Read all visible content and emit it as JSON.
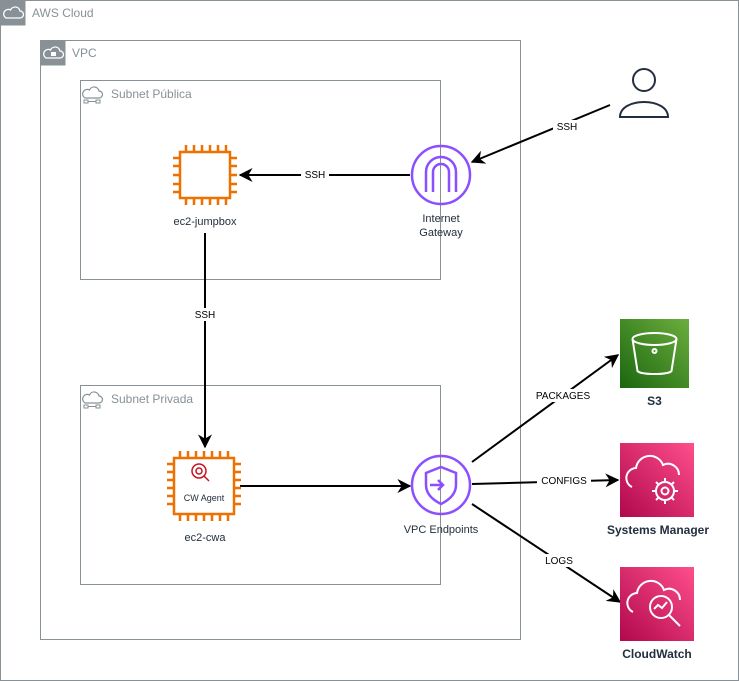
{
  "groups": {
    "aws_cloud": "AWS Cloud",
    "vpc": "VPC",
    "public_subnet": "Subnet Pública",
    "private_subnet": "Subnet Privada"
  },
  "nodes": {
    "jumpbox": "ec2-jumpbox",
    "cwa": "ec2-cwa",
    "cw_agent": "CW Agent",
    "igw_line1": "Internet",
    "igw_line2": "Gateway",
    "vpce": "VPC Endpoints",
    "s3": "S3",
    "ssm": "Systems Manager",
    "cloudwatch": "CloudWatch"
  },
  "edges": {
    "user_igw": "SSH",
    "igw_jumpbox": "SSH",
    "jumpbox_cwa": "SSH",
    "vpce_s3": "PACKAGES",
    "vpce_ssm": "CONFIGS",
    "vpce_cw": "LOGS"
  },
  "icons": {
    "user": "user-icon",
    "ec2": "ec2-instance-icon",
    "igw": "internet-gateway-icon",
    "vpce": "vpc-endpoints-icon",
    "s3": "s3-bucket-icon",
    "ssm": "systems-manager-icon",
    "cloudwatch": "cloudwatch-icon"
  },
  "colors": {
    "ec2": "#ED7100",
    "network": "#8C4FFF",
    "s3": "#3F8624",
    "management": "#E7157B",
    "group_border": "#879196"
  }
}
